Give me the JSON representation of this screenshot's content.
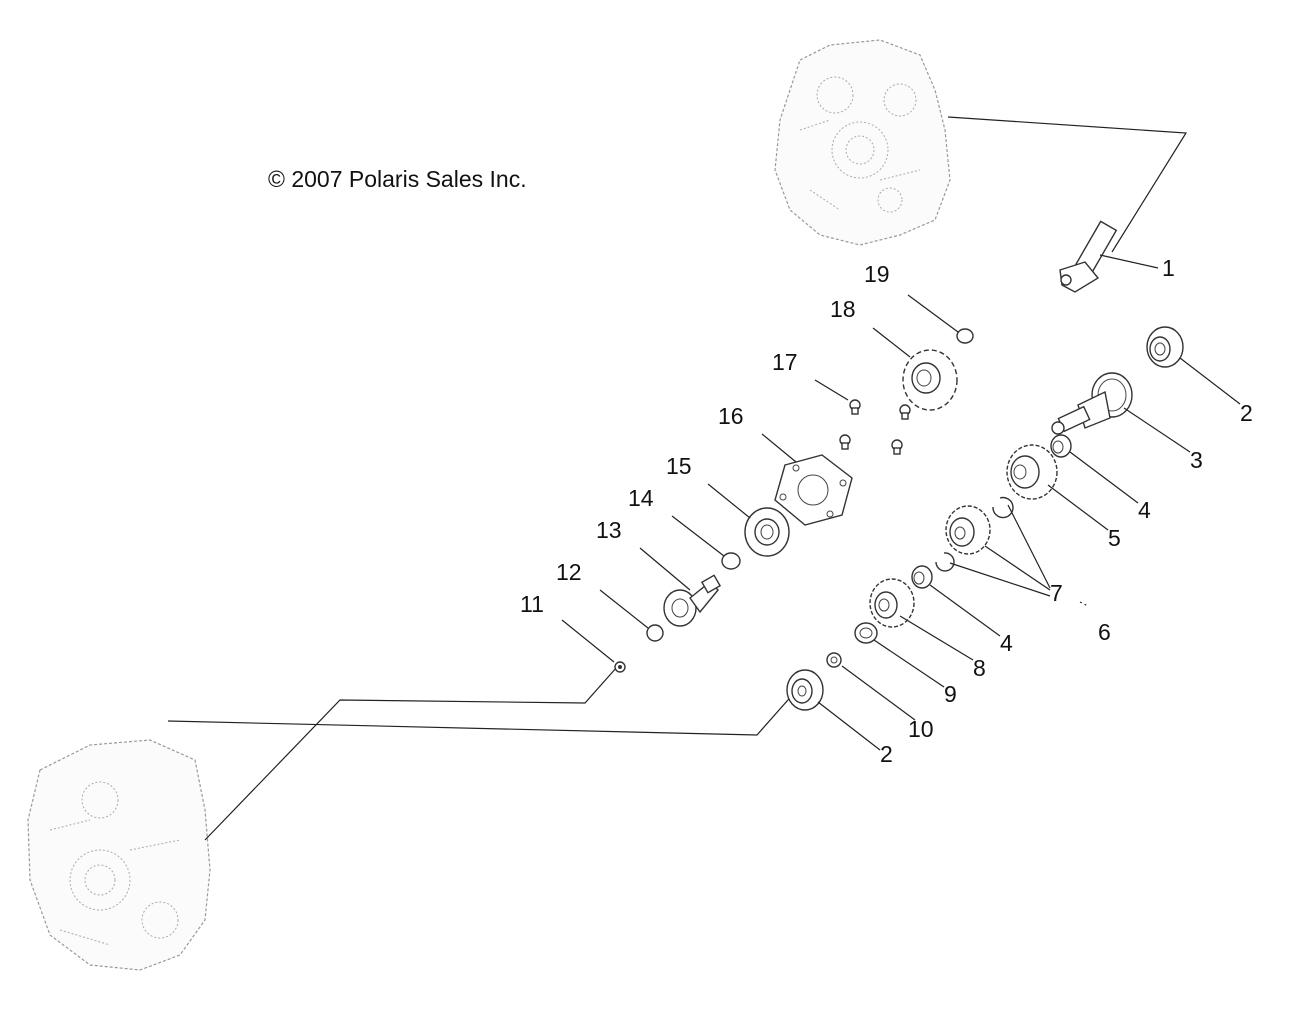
{
  "copyright": "© 2007 Polaris Sales Inc.",
  "callouts": [
    "1",
    "2",
    "3",
    "4",
    "5",
    "6",
    "7",
    "8",
    "9",
    "10",
    "11",
    "12",
    "13",
    "14",
    "15",
    "16",
    "17",
    "18",
    "19"
  ],
  "callout_labels": {
    "c1": "1",
    "c2a": "2",
    "c3": "3",
    "c4a": "4",
    "c5": "5",
    "c6": "6",
    "c7": "7",
    "c4b": "4",
    "c8": "8",
    "c9": "9",
    "c10": "10",
    "c2b": "2",
    "c11": "11",
    "c12": "12",
    "c13": "13",
    "c14": "14",
    "c15": "15",
    "c16": "16",
    "c17": "17",
    "c18": "18",
    "c19": "19"
  }
}
